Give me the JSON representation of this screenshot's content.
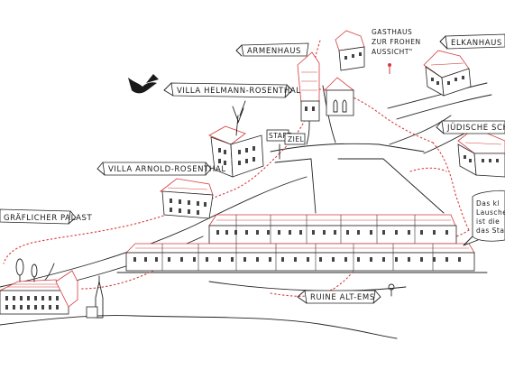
{
  "labels": {
    "armenhaus": "ARMENHAUS",
    "gasthaus_line1": "GASTHAUS",
    "gasthaus_line2": "ZUR FROHEN",
    "gasthaus_line3": "AUSSICHT\"",
    "elkanhaus": "ELKANHAUS",
    "villa_helmann": "VILLA HELMANN-ROSENTHAL",
    "juedische_schule": "JÜDISCHE SCHULE",
    "start": "START",
    "ziel": "ZIEL",
    "villa_arnold": "VILLA ARNOLD-ROSENTHAL",
    "graeflicher_palast": "GRÄFLICHER PALAST",
    "ruine": "RUINE ALT-EMS"
  },
  "speech_bubble": {
    "line1": "Das kl",
    "line2": "Lausche",
    "line3": "ist die",
    "line4": "das Stad"
  },
  "colors": {
    "ink": "#222222",
    "accent_red": "#d63a3a",
    "background": "#ffffff"
  },
  "icons": [
    "bird-icon",
    "tree-icon",
    "church-spire-icon",
    "person-icon"
  ]
}
